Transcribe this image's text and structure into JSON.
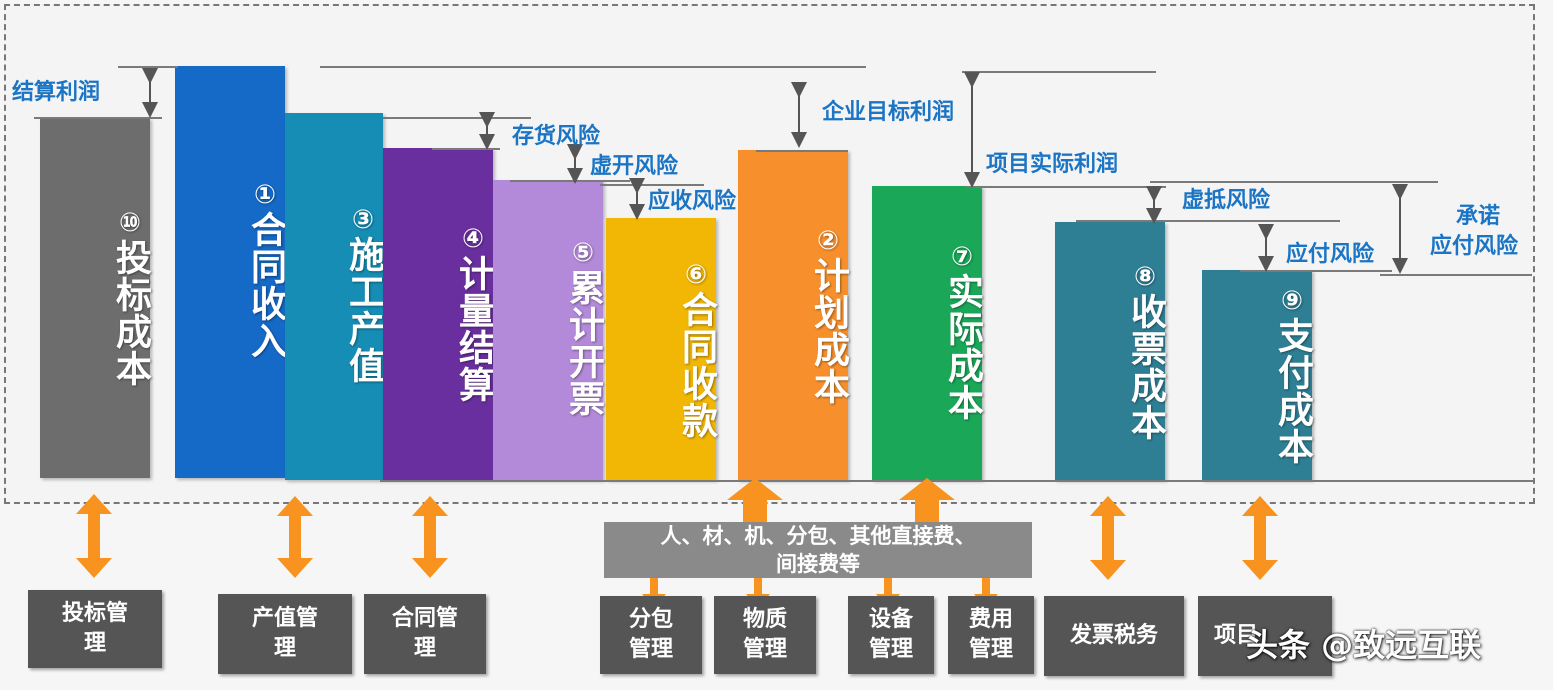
{
  "bars": [
    {
      "id": "bid-cost",
      "num": "⑩",
      "label": "投标成本",
      "color": "#6d6d6d"
    },
    {
      "id": "contract-income",
      "num": "①",
      "label": "合同收入",
      "color": "#1569c7"
    },
    {
      "id": "construction-output",
      "num": "③",
      "label": "施工产值",
      "color": "#168db4"
    },
    {
      "id": "measurement-settlement",
      "num": "④",
      "label": "计量结算",
      "color": "#6a2f9e"
    },
    {
      "id": "cumulative-invoicing",
      "num": "⑤",
      "label": "累计开票",
      "color": "#b38ad9"
    },
    {
      "id": "contract-collection",
      "num": "⑥",
      "label": "合同收款",
      "color": "#f2b705"
    },
    {
      "id": "planned-cost",
      "num": "②",
      "label": "计划成本",
      "color": "#f7902c"
    },
    {
      "id": "actual-cost",
      "num": "⑦",
      "label": "实际成本",
      "color": "#1aa858"
    },
    {
      "id": "invoice-cost",
      "num": "⑧",
      "label": "收票成本",
      "color": "#2e7f94"
    },
    {
      "id": "payment-cost",
      "num": "⑨",
      "label": "支付成本",
      "color": "#2e7f94"
    }
  ],
  "risk_labels": {
    "settlement_profit": "结算利润",
    "inventory_risk": "存货风险",
    "false_invoice_risk": "虚开风险",
    "receivable_risk": "应收风险",
    "target_profit": "企业目标利润",
    "actual_profit": "项目实际利润",
    "false_deduction_risk": "虚抵风险",
    "payable_risk": "应付风险",
    "committed_payable_risk_1": "承诺",
    "committed_payable_risk_2": "应付风险"
  },
  "cost_items_1": "人、材、机、分包、其他直接费、",
  "cost_items_2": "间接费等",
  "boxes": {
    "bid_mgmt_1": "投标管",
    "bid_mgmt_2": "理",
    "output_mgmt_1": "产值管",
    "output_mgmt_2": "理",
    "contract_mgmt_1": "合同管",
    "contract_mgmt_2": "理",
    "subcontract_1": "分包",
    "subcontract_2": "管理",
    "material_1": "物质",
    "material_2": "管理",
    "equipment_1": "设备",
    "equipment_2": "管理",
    "expense_1": "费用",
    "expense_2": "管理",
    "invoice_tax": "发票税务",
    "project_partial": "项目"
  },
  "watermark": "头条 @致远互联",
  "colors": {
    "label_blue": "#1c75c4",
    "arrow_orange": "#f7931e",
    "box_gray": "#555555"
  }
}
